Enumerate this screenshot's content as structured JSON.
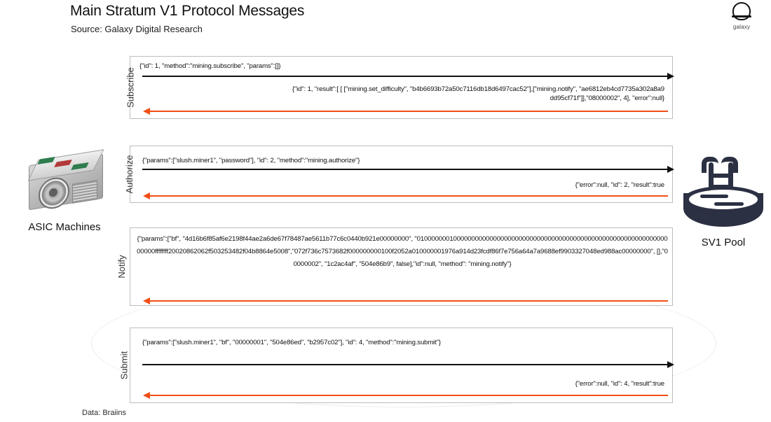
{
  "header": {
    "title": "Main Stratum V1 Protocol Messages",
    "source": "Source: Galaxy Digital Research"
  },
  "brand": {
    "wordmark": "galaxy"
  },
  "endpoints": {
    "left_label": "ASIC Machines",
    "right_label": "SV1 Pool"
  },
  "footer": {
    "data_note": "Data: Braiins"
  },
  "rows": [
    {
      "label": "Subscribe",
      "request": "{\"id\": 1, \"method\":\"mining.subscribe\", \"params\":[]}",
      "response": "{\"id\": 1, \"result\":[ [ [\"mining.set_difficulty\", \"b4b6693b72a50c7116db18d6497cac52\"],[\"mining.notify\", \"ae6812eb4cd7735a302a8a9dd95cf71f\"]],\"08000002\", 4], \"error\":null}"
    },
    {
      "label": "Authorize",
      "request": "{\"params\":[\"slush.miner1\", \"password\"], \"id\": 2, \"method\":\"mining.authorize\"}",
      "response": "{\"error\":null, \"id\": 2, \"result\":true"
    },
    {
      "label": "Notify",
      "request": "",
      "response": "{\"params\":[\"bf\", \"4d16b6f85af6e2198f44ae2a6de67f78487ae5611b77c6c0440b921e00000000\", \"01000000010000000000000000000000000000000000000000000000000000000000000000ffffffff20020862062f503253482f04b8864e5008\",\"072f736c7573682f000000000100f2052a010000001976a914d23fcdf86f7e756a64a7a9688ef9903327048ed988ac00000000\", [],\"00000002\", \"1c2ac4af\", \"504e86b9\", false],\"id\":null, \"method\": \"mining.notify\"}"
    },
    {
      "label": "Submit",
      "request": "{\"params\":[\"slush.miner1\", \"bf\", \"00000001\", \"504e86ed\", \"b2957c02\"], \"id\": 4, \"method\":\"mining.submit\"}",
      "response": "{\"error\":null, \"id\": 4, \"result\":true"
    }
  ],
  "colors": {
    "request_arrow": "#111111",
    "response_arrow": "#f04e16",
    "pool_icon": "#2b3043"
  }
}
